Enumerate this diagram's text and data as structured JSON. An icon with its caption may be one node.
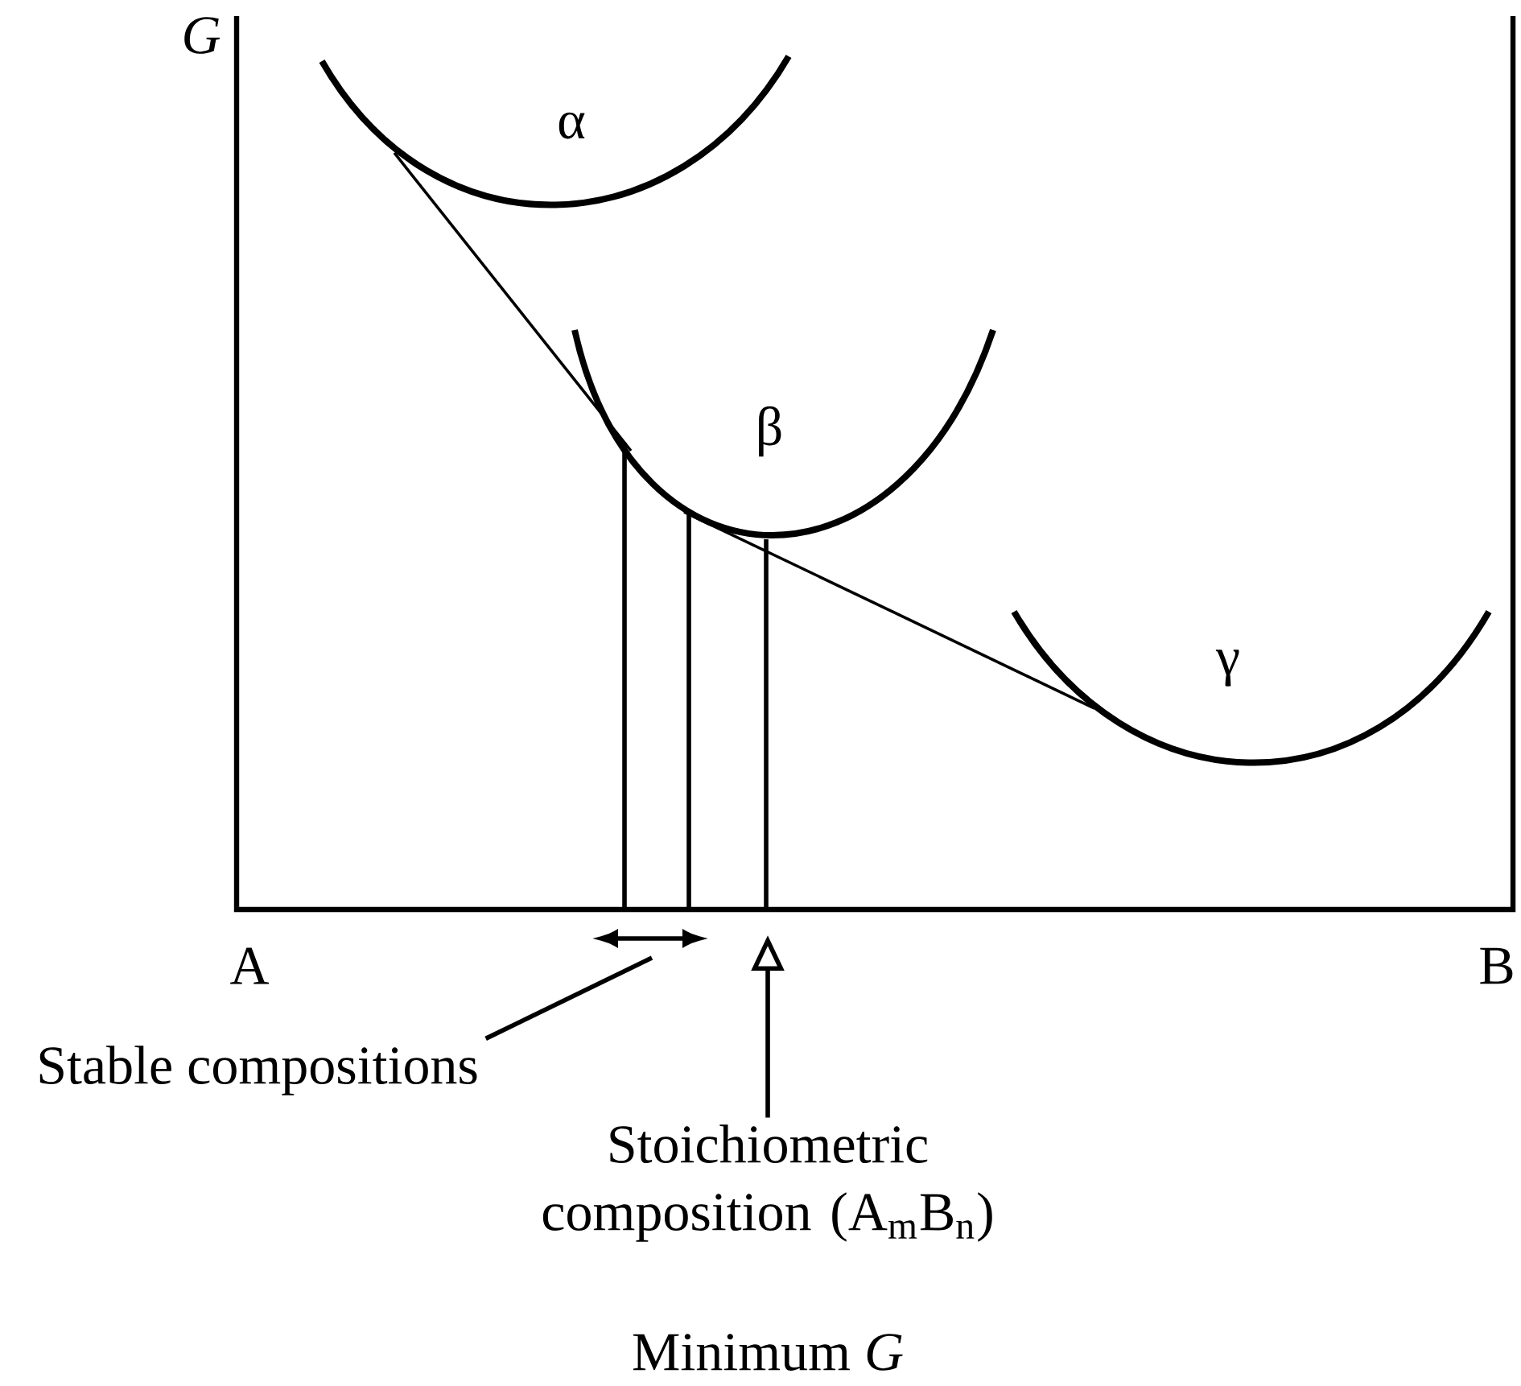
{
  "diagram": {
    "nodes": [
      {
        "text": [
          "Stable compositions"
        ]
      },
      {
        "text": [
          "Stoichiometric composition (A$_{m}$B$_{n}$)"
        ]
      }
    ],
    "edges": [
      {
        "from": 0,
        "to": null,
        "arrow": "none"
      },
      {
        "from": 1,
        "to": null,
        "arrow": "to"
      }
    ],
    "labels": [
      "G",
      "α",
      "β",
      "γ",
      "A",
      "B",
      "Minimum *G*"
    ]
  }
}
